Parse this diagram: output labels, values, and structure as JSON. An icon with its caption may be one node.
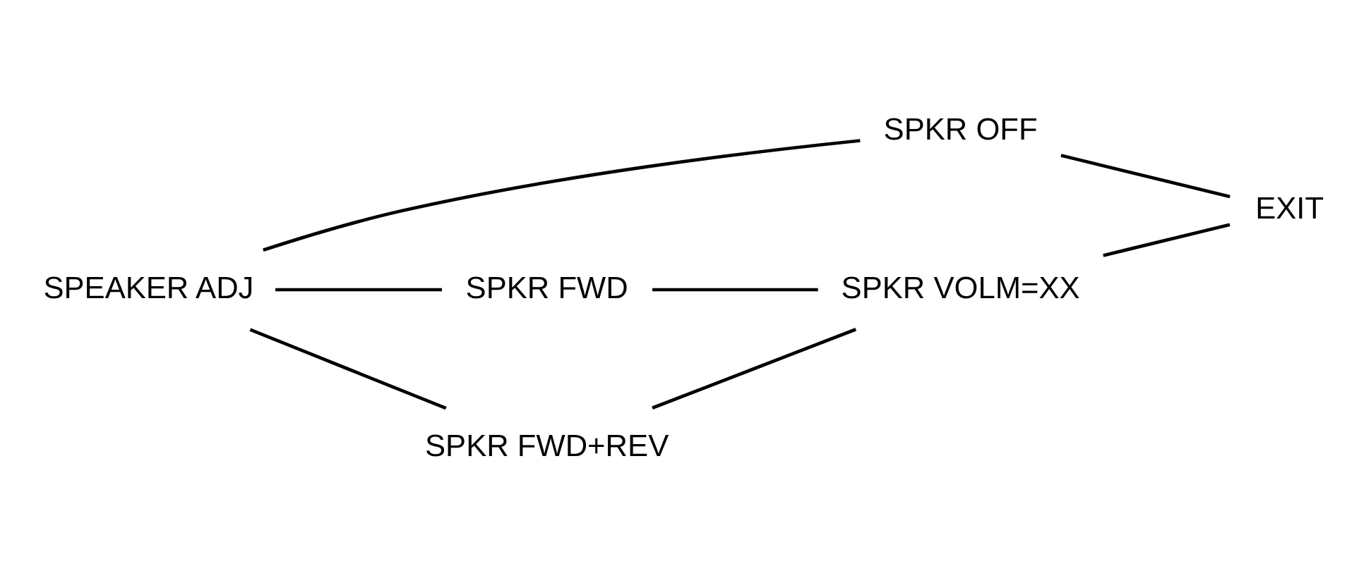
{
  "diagram": {
    "nodes": [
      {
        "text": [
          "SPEAKER ADJ"
        ]
      },
      {
        "text": [
          "SPKR OFF"
        ]
      },
      {
        "text": [
          "SPKR FWD"
        ]
      },
      {
        "text": [
          "SPKR FWD+REV"
        ]
      },
      {
        "text": [
          "SPKR VOLM=XX"
        ]
      },
      {
        "text": [
          "EXIT"
        ]
      }
    ],
    "edges": [
      {
        "from": 0,
        "to": 1,
        "arrow": "none"
      },
      {
        "from": 0,
        "to": 2,
        "arrow": "none"
      },
      {
        "from": 0,
        "to": 3,
        "arrow": "none"
      },
      {
        "from": 2,
        "to": 4,
        "arrow": "none"
      },
      {
        "from": 3,
        "to": 4,
        "arrow": "none"
      },
      {
        "from": 1,
        "to": 5,
        "arrow": "none"
      },
      {
        "from": 4,
        "to": 5,
        "arrow": "none"
      }
    ]
  }
}
